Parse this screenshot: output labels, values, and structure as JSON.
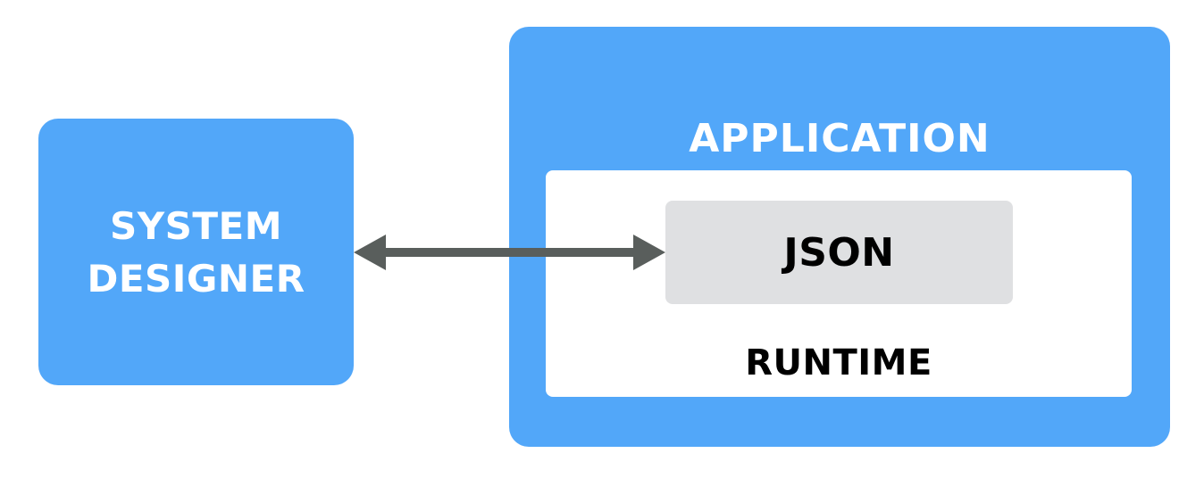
{
  "system_designer": {
    "line1": "SYSTEM",
    "line2": "DESIGNER"
  },
  "application": {
    "title": "APPLICATION",
    "runtime": {
      "label": "RUNTIME",
      "json_label": "JSON"
    }
  },
  "colors": {
    "box_blue": "#52a7f9",
    "json_gray": "#dfe0e2",
    "arrow_gray": "#595e5c"
  }
}
